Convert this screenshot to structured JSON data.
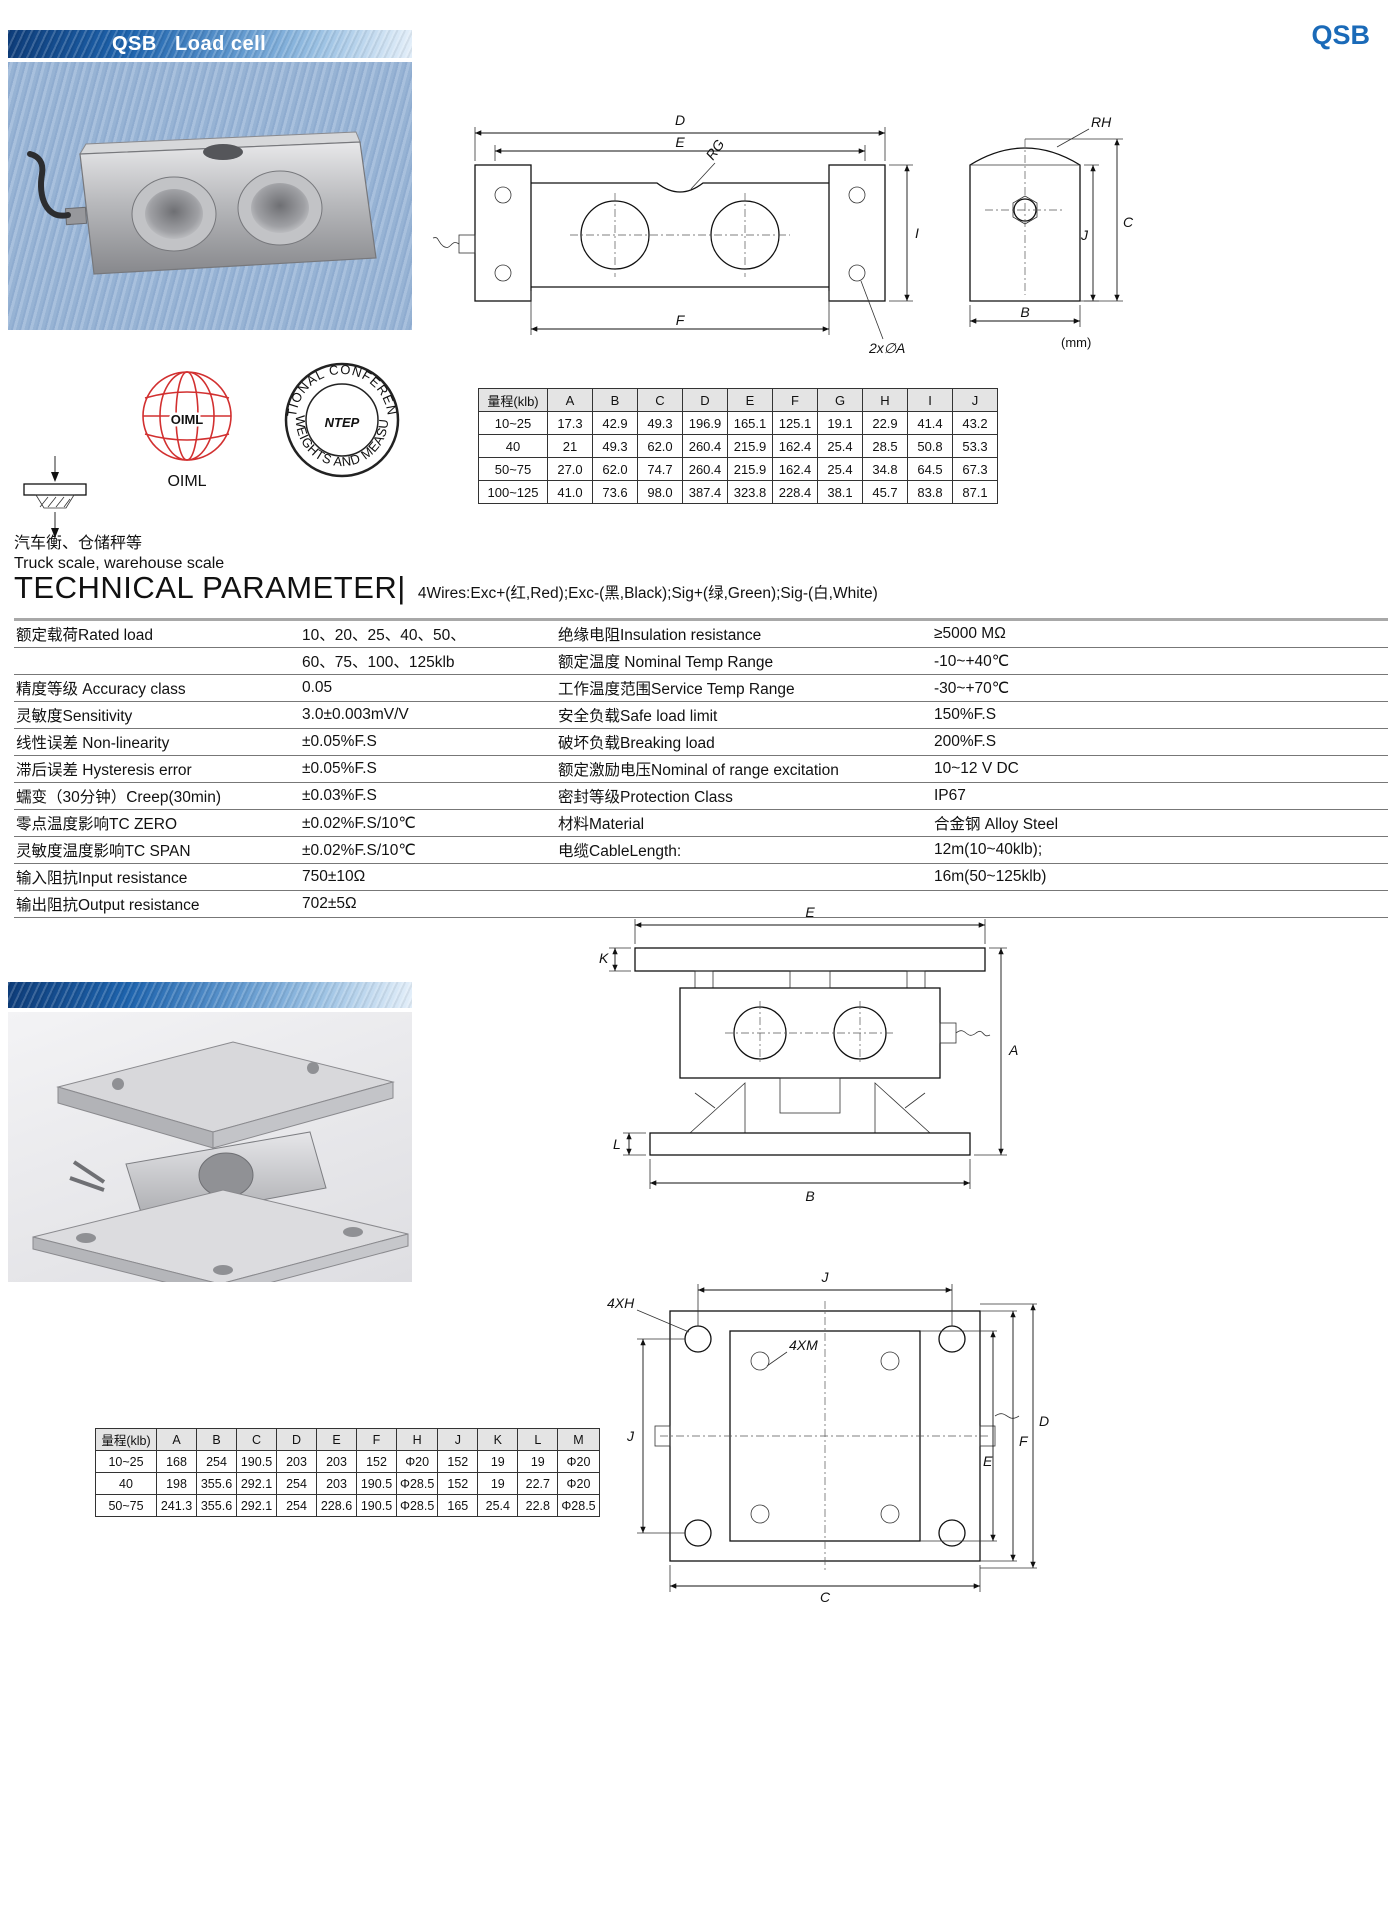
{
  "header": {
    "banner_title": "QSB   Load cell",
    "corner_label": "QSB"
  },
  "certs": {
    "oiml_text": "OIML",
    "oiml_caption": "OIML",
    "ntep_ring_top": "NATIONAL CONFERENCE",
    "ntep_ring_bottom": "ON WEIGHTS AND MEASURES",
    "ntep_center": "NTEP"
  },
  "dim_table": {
    "headers": [
      "量程(klb)",
      "A",
      "B",
      "C",
      "D",
      "E",
      "F",
      "G",
      "H",
      "I",
      "J"
    ],
    "rows": [
      [
        "10~25",
        "17.3",
        "42.9",
        "49.3",
        "196.9",
        "165.1",
        "125.1",
        "19.1",
        "22.9",
        "41.4",
        "43.2"
      ],
      [
        "40",
        "21",
        "49.3",
        "62.0",
        "260.4",
        "215.9",
        "162.4",
        "25.4",
        "28.5",
        "50.8",
        "53.3"
      ],
      [
        "50~75",
        "27.0",
        "62.0",
        "74.7",
        "260.4",
        "215.9",
        "162.4",
        "25.4",
        "34.8",
        "64.5",
        "67.3"
      ],
      [
        "100~125",
        "41.0",
        "73.6",
        "98.0",
        "387.4",
        "323.8",
        "228.4",
        "38.1",
        "45.7",
        "83.8",
        "87.1"
      ]
    ]
  },
  "application": {
    "line_cn": "汽车衡、仓储秤等",
    "line_en": "Truck scale, warehouse scale"
  },
  "tech_header": {
    "title": "TECHNICAL PARAMETER|",
    "wires_note": "4Wires:Exc+(红,Red);Exc-(黑,Black);Sig+(绿,Green);Sig-(白,White)"
  },
  "params": {
    "rows": [
      [
        "额定载荷Rated load",
        "10、20、25、40、50、",
        "绝缘电阻Insulation resistance",
        "≥5000 MΩ"
      ],
      [
        "",
        "60、75、100、125klb",
        "额定温度 Nominal Temp Range",
        "-10~+40℃"
      ],
      [
        "精度等级 Accuracy class",
        "0.05",
        "工作温度范围Service Temp Range",
        "-30~+70℃"
      ],
      [
        "灵敏度Sensitivity",
        "3.0±0.003mV/V",
        "安全负载Safe load limit",
        "150%F.S"
      ],
      [
        "线性误差 Non-linearity",
        "±0.05%F.S",
        "破坏负载Breaking load",
        "200%F.S"
      ],
      [
        "滞后误差 Hysteresis error",
        "±0.05%F.S",
        "额定激励电压Nominal of range excitation",
        "10~12 V DC"
      ],
      [
        "蠕变（30分钟）Creep(30min)",
        "±0.03%F.S",
        "密封等级Protection Class",
        "IP67"
      ],
      [
        "零点温度影响TC ZERO",
        "±0.02%F.S/10℃",
        "材料Material",
        "合金钢 Alloy Steel"
      ],
      [
        "灵敏度温度影响TC SPAN",
        "±0.02%F.S/10℃",
        "电缆CableLength:",
        "12m(10~40klb);"
      ],
      [
        "输入阻抗Input resistance",
        "750±10Ω",
        "",
        "16m(50~125klb)"
      ],
      [
        "输出阻抗Output resistance",
        "702±5Ω",
        "",
        ""
      ]
    ]
  },
  "mount_table": {
    "headers": [
      "量程(klb)",
      "A",
      "B",
      "C",
      "D",
      "E",
      "F",
      "H",
      "J",
      "K",
      "L",
      "M"
    ],
    "rows": [
      [
        "10~25",
        "168",
        "254",
        "190.5",
        "203",
        "203",
        "152",
        "Φ20",
        "152",
        "19",
        "19",
        "Φ20"
      ],
      [
        "40",
        "198",
        "355.6",
        "292.1",
        "254",
        "203",
        "190.5",
        "Φ28.5",
        "152",
        "19",
        "22.7",
        "Φ20"
      ],
      [
        "50~75",
        "241.3",
        "355.6",
        "292.1",
        "254",
        "228.6",
        "190.5",
        "Φ28.5",
        "165",
        "25.4",
        "22.8",
        "Φ28.5"
      ]
    ]
  },
  "drawings": {
    "front_view": {
      "D": "D",
      "E": "E",
      "RG": "RG",
      "I": "I",
      "F": "F",
      "holes": "2x∅A"
    },
    "end_view": {
      "RH": "RH",
      "J": "J",
      "C": "C",
      "B": "B",
      "unit": "(mm)"
    },
    "side_view": {
      "E": "E",
      "K": "K",
      "A": "A",
      "L": "L",
      "B": "B"
    },
    "top_view": {
      "J_top": "J",
      "holes_outer": "4XH",
      "holes_inner": "4XM",
      "J_left": "J",
      "E": "E",
      "F": "F",
      "D": "D",
      "C": "C"
    }
  }
}
